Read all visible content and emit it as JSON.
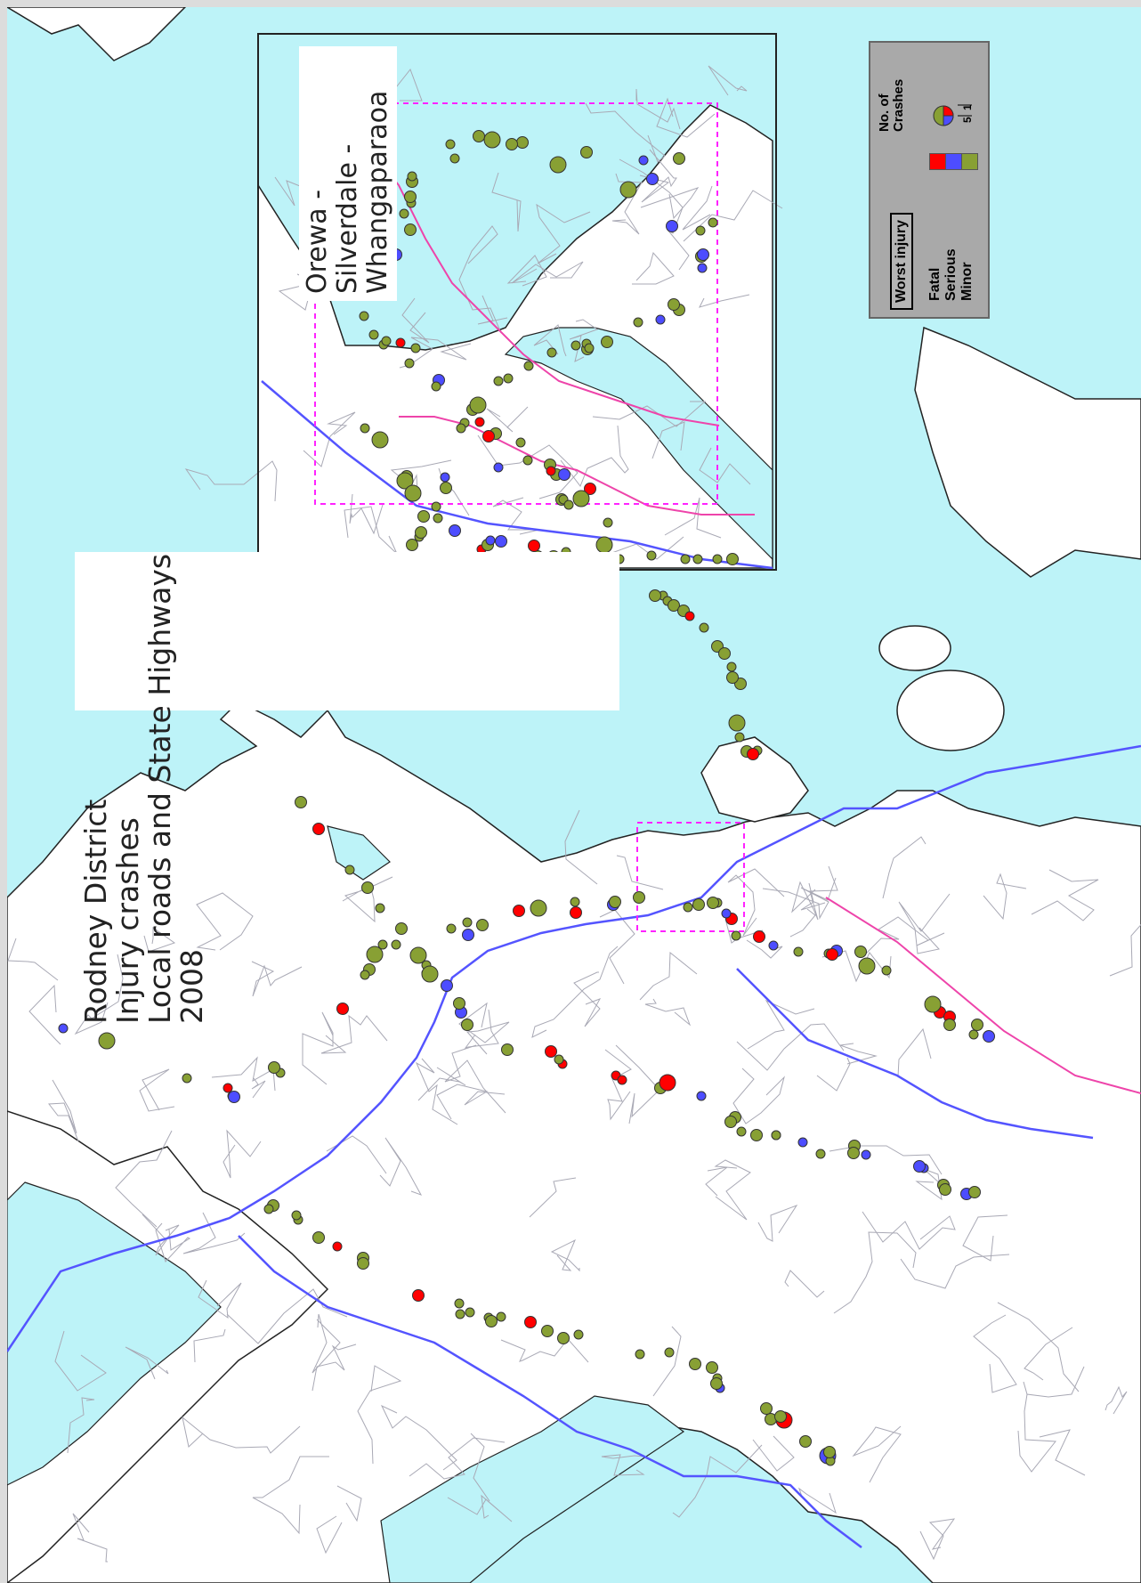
{
  "map": {
    "title_lines": [
      "Rodney District",
      "Injury crashes",
      "Local roads and State Highways",
      "2008"
    ],
    "inset_title_lines": [
      "Orewa -",
      "Silverdale -",
      "Whangaparaoa"
    ],
    "legend": {
      "worst_injury_label": "Worst injury",
      "severity_labels": [
        "Fatal",
        "Serious",
        "Minor"
      ],
      "severity_colors": [
        "#ff0000",
        "#4d4dff",
        "#88a034"
      ],
      "no_of_crashes_lines": [
        "No. of",
        "Crashes"
      ],
      "size_scale_labels": [
        "5",
        "1"
      ]
    },
    "colors": {
      "sea": "#bdf3f8",
      "land": "#ffffff",
      "state_highway": "#5454ff",
      "arterial_road": "#ee44aa",
      "local_road": "#a9a9b5",
      "inset_box": "#ff22ff"
    }
  }
}
